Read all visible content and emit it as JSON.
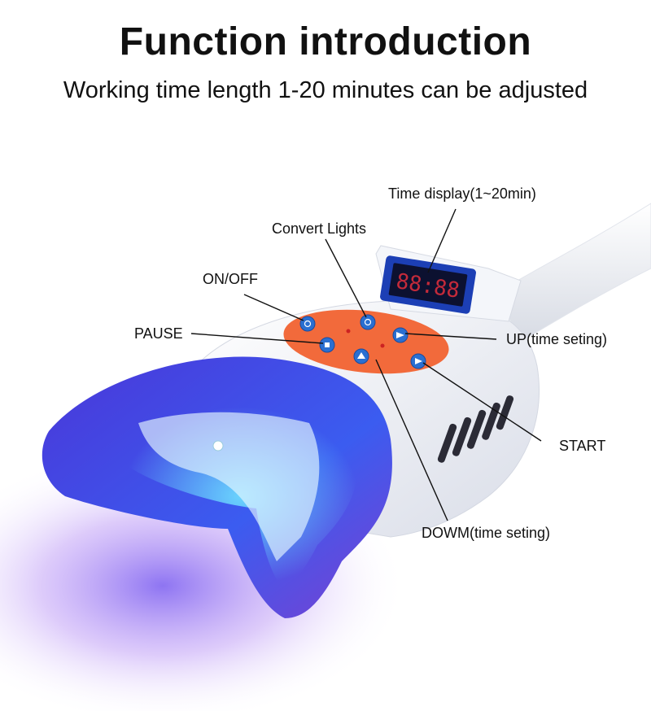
{
  "header": {
    "title": "Function introduction",
    "subtitle": "Working time length 1-20 minutes can be adjusted"
  },
  "callouts": {
    "time_display": "Time display(1~20min)",
    "convert_lights": "Convert Lights",
    "on_off": "ON/OFF",
    "pause": "PAUSE",
    "up": "UP(time seting)",
    "start": "START",
    "down": "DOWM(time seting)"
  },
  "colors": {
    "panel": "#f26a3b",
    "button": "#2a6fd1",
    "display_frame": "#1c3fb5",
    "display_digits": "#c42a3a",
    "light_blue": "#3a4de0",
    "light_glow": "#7fe6ff",
    "device_body": "#f3f5fa"
  },
  "icons": {
    "on_off": "power-icon",
    "pause": "pause-icon",
    "convert": "convert-lights-icon",
    "up": "up-arrow-icon",
    "down": "down-arrow-icon",
    "start": "play-icon"
  }
}
